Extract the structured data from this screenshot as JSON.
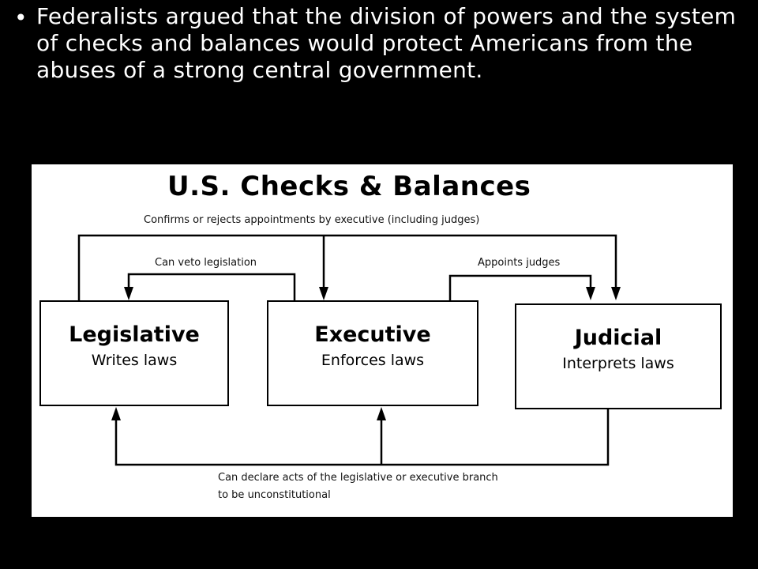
{
  "slide": {
    "bullet": "•",
    "text": "Federalists argued that the division of powers and the system of checks and balances would protect Americans from the abuses of a strong central government."
  },
  "diagram": {
    "title": "U.S. Checks & Balances",
    "branches": {
      "legislative": {
        "name": "Legislative",
        "role": "Writes laws"
      },
      "executive": {
        "name": "Executive",
        "role": "Enforces laws"
      },
      "judicial": {
        "name": "Judicial",
        "role": "Interprets laws"
      }
    },
    "arrows": {
      "confirms": "Confirms or rejects appointments by executive (including judges)",
      "veto": "Can veto legislation",
      "appoints": "Appoints judges",
      "unconstitutional_line1": "Can declare acts of the legislative or executive branch",
      "unconstitutional_line2": "to be unconstitutional"
    }
  },
  "colors": {
    "slide_background": "#000000",
    "slide_text": "#ffffff",
    "diagram_background": "#ffffff",
    "diagram_ink": "#000000"
  }
}
